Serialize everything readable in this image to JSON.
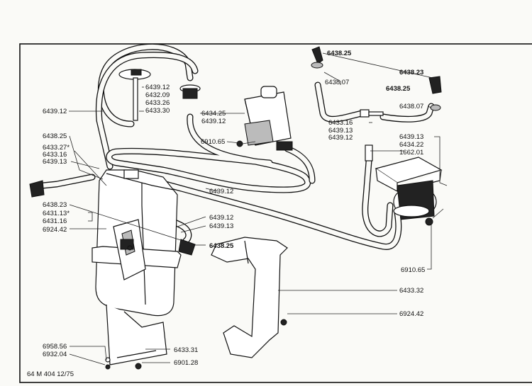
{
  "footer": {
    "code": "64 M 404  12/75"
  },
  "labels": {
    "l6438_25a": "6438.25",
    "l6438_23a": "6438.23",
    "l6438_25b": "6438.25",
    "l6438_07a": "6438.07",
    "l6438_07b": "6438.07",
    "l6439_12a": "6439.12",
    "l6432_09": "6432.09",
    "l6433_26": "6433.26",
    "l6433_30": "6433.30",
    "l6439_12b": "6439.12",
    "l6434_25": "6434.25",
    "l6439_12c": "6439.12",
    "l6910_65a": "6910.65",
    "l6433_16a": "6433.16",
    "l6439_13a": "6439.13",
    "l6439_12d": "6439.12",
    "l6439_13b": "6439.13",
    "l6434_22": "6434.22",
    "l1662_01": "1662.01",
    "l6438_25c": "6438.25",
    "l6433_27": "6433.27*",
    "l6433_16b": "6433.16",
    "l6439_13c": "6439.13",
    "l6439_12e": "6439.12",
    "l6438_23b": "6438.23",
    "l6431_13": "6431.13*",
    "l6431_16": "6431.16",
    "l6439_12f": "6439.12",
    "l6439_13d": "6439.13",
    "l6924_42a": "6924.42",
    "l6438_25d": "6438.25",
    "l6910_65b": "6910.65",
    "l6433_32": "6433.32",
    "l6924_42b": "6924.42",
    "l6958_56": "6958.56",
    "l6932_04": "6932.04",
    "l6433_31": "6433.31",
    "l6901_28": "6901.28"
  },
  "colors": {
    "ink": "#111111",
    "paper": "#fafaf7"
  }
}
